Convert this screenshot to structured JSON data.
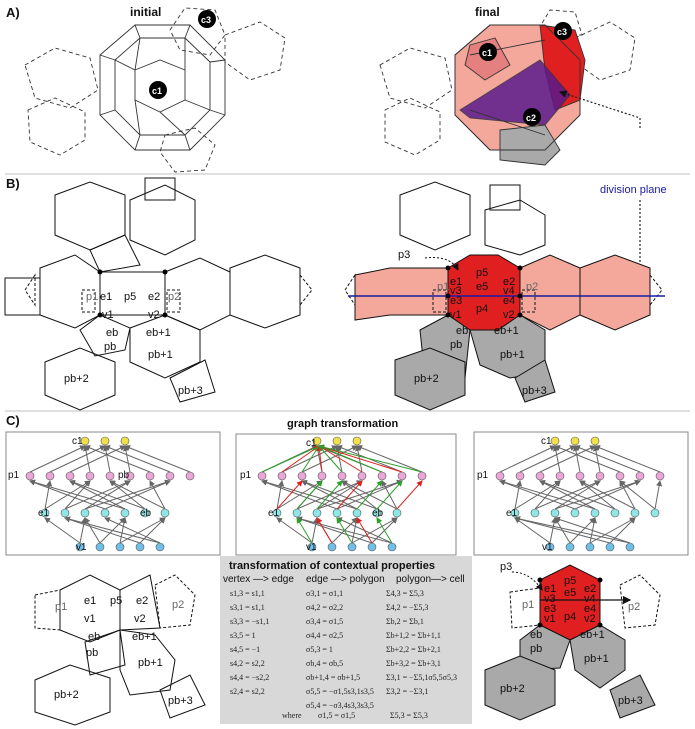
{
  "panels": {
    "a": {
      "label": "A)",
      "initial_title": "initial",
      "final_title": "final",
      "cells": [
        "c1",
        "c3",
        "c1",
        "c3",
        "c2"
      ]
    },
    "b": {
      "label": "B)",
      "division_plane": "division plane"
    },
    "c": {
      "label": "C)",
      "graph_title": "graph transformation",
      "table_title": "transformation of contextual properties"
    }
  },
  "polygons_left": {
    "p1": "p1",
    "p5": "p5",
    "p2": "p2",
    "pb": "pb",
    "pb1": "pb+1",
    "pb2": "pb+2",
    "pb3": "pb+3"
  },
  "edges_left": {
    "e1": "e1",
    "e2": "e2",
    "eb": "eb",
    "eb1": "eb+1"
  },
  "vertices_left": {
    "v1": "v1",
    "v2": "v2"
  },
  "polygons_right": {
    "p3": "p3",
    "p5": "p5",
    "p4": "p4",
    "p1": "p1",
    "p2": "p2",
    "pb": "pb",
    "pb1": "pb+1",
    "pb2": "pb+2",
    "pb3": "pb+3"
  },
  "edges_right": {
    "e1": "e1",
    "e2": "e2",
    "e3": "e3",
    "e4": "e4",
    "e5": "e5",
    "eb": "eb",
    "eb1": "eb+1"
  },
  "vertices_right": {
    "v1": "v1",
    "v2": "v2",
    "v3": "v3",
    "v4": "v4"
  },
  "graph_labels": {
    "c1": "c1",
    "p1": "p1",
    "pb": "pb",
    "e1": "e1",
    "eb": "eb",
    "v1": "v1"
  },
  "table": {
    "headers": [
      "vertex —> edge",
      "edge —> polygon",
      "polygon—> cell"
    ],
    "col1": [
      "s1,3 = s1,1",
      "s3,1 = s1,1",
      "s3,3 = −s1,1",
      "s3,5 = 1",
      "s4,5 = −1",
      "s4,2 = s2,2",
      "s4,4 = −s2,2",
      "s2,4 = s2,2"
    ],
    "col2": [
      "σ3,1 = σ1,1",
      "σ4,2 = σ2,2",
      "σ3,4 = σ1,5",
      "σ4,4 = σ2,5",
      "σ5,3 = 1",
      "σb,4 = σb,5",
      "σb+1,4 = σb+1,5",
      "σ5,5 = −σ1,5s3,1s3,5",
      "σ5,4 = −σ3,4s3,3s3,5"
    ],
    "col3": [
      "Σ4,3 = Σ5,3",
      "Σ4,2 = −Σ5,3",
      "Σb,2 = Σb,1",
      "Σb+1,2 = Σb+1,1",
      "Σb+2,2 = Σb+2,1",
      "Σb+3,2 = Σb+3,1",
      "Σ3,1 = −Σ5,1σ5,5σ5,3",
      "Σ3,2 = −Σ3,1"
    ],
    "where": "where",
    "where1": "σ1,5 = σ1,5",
    "where2": "Σ5,3 = Σ5,3"
  },
  "colors": {
    "red": "#e02020",
    "pink": "#f4a89c",
    "grey": "#a9a9a9",
    "purple": "#5b1a8c",
    "blue": "#1a1aa0",
    "yellow": "#f1e04a",
    "magenta": "#e9a6d6",
    "cyan": "#8fe6e6",
    "lightblue": "#6fbfe8"
  }
}
